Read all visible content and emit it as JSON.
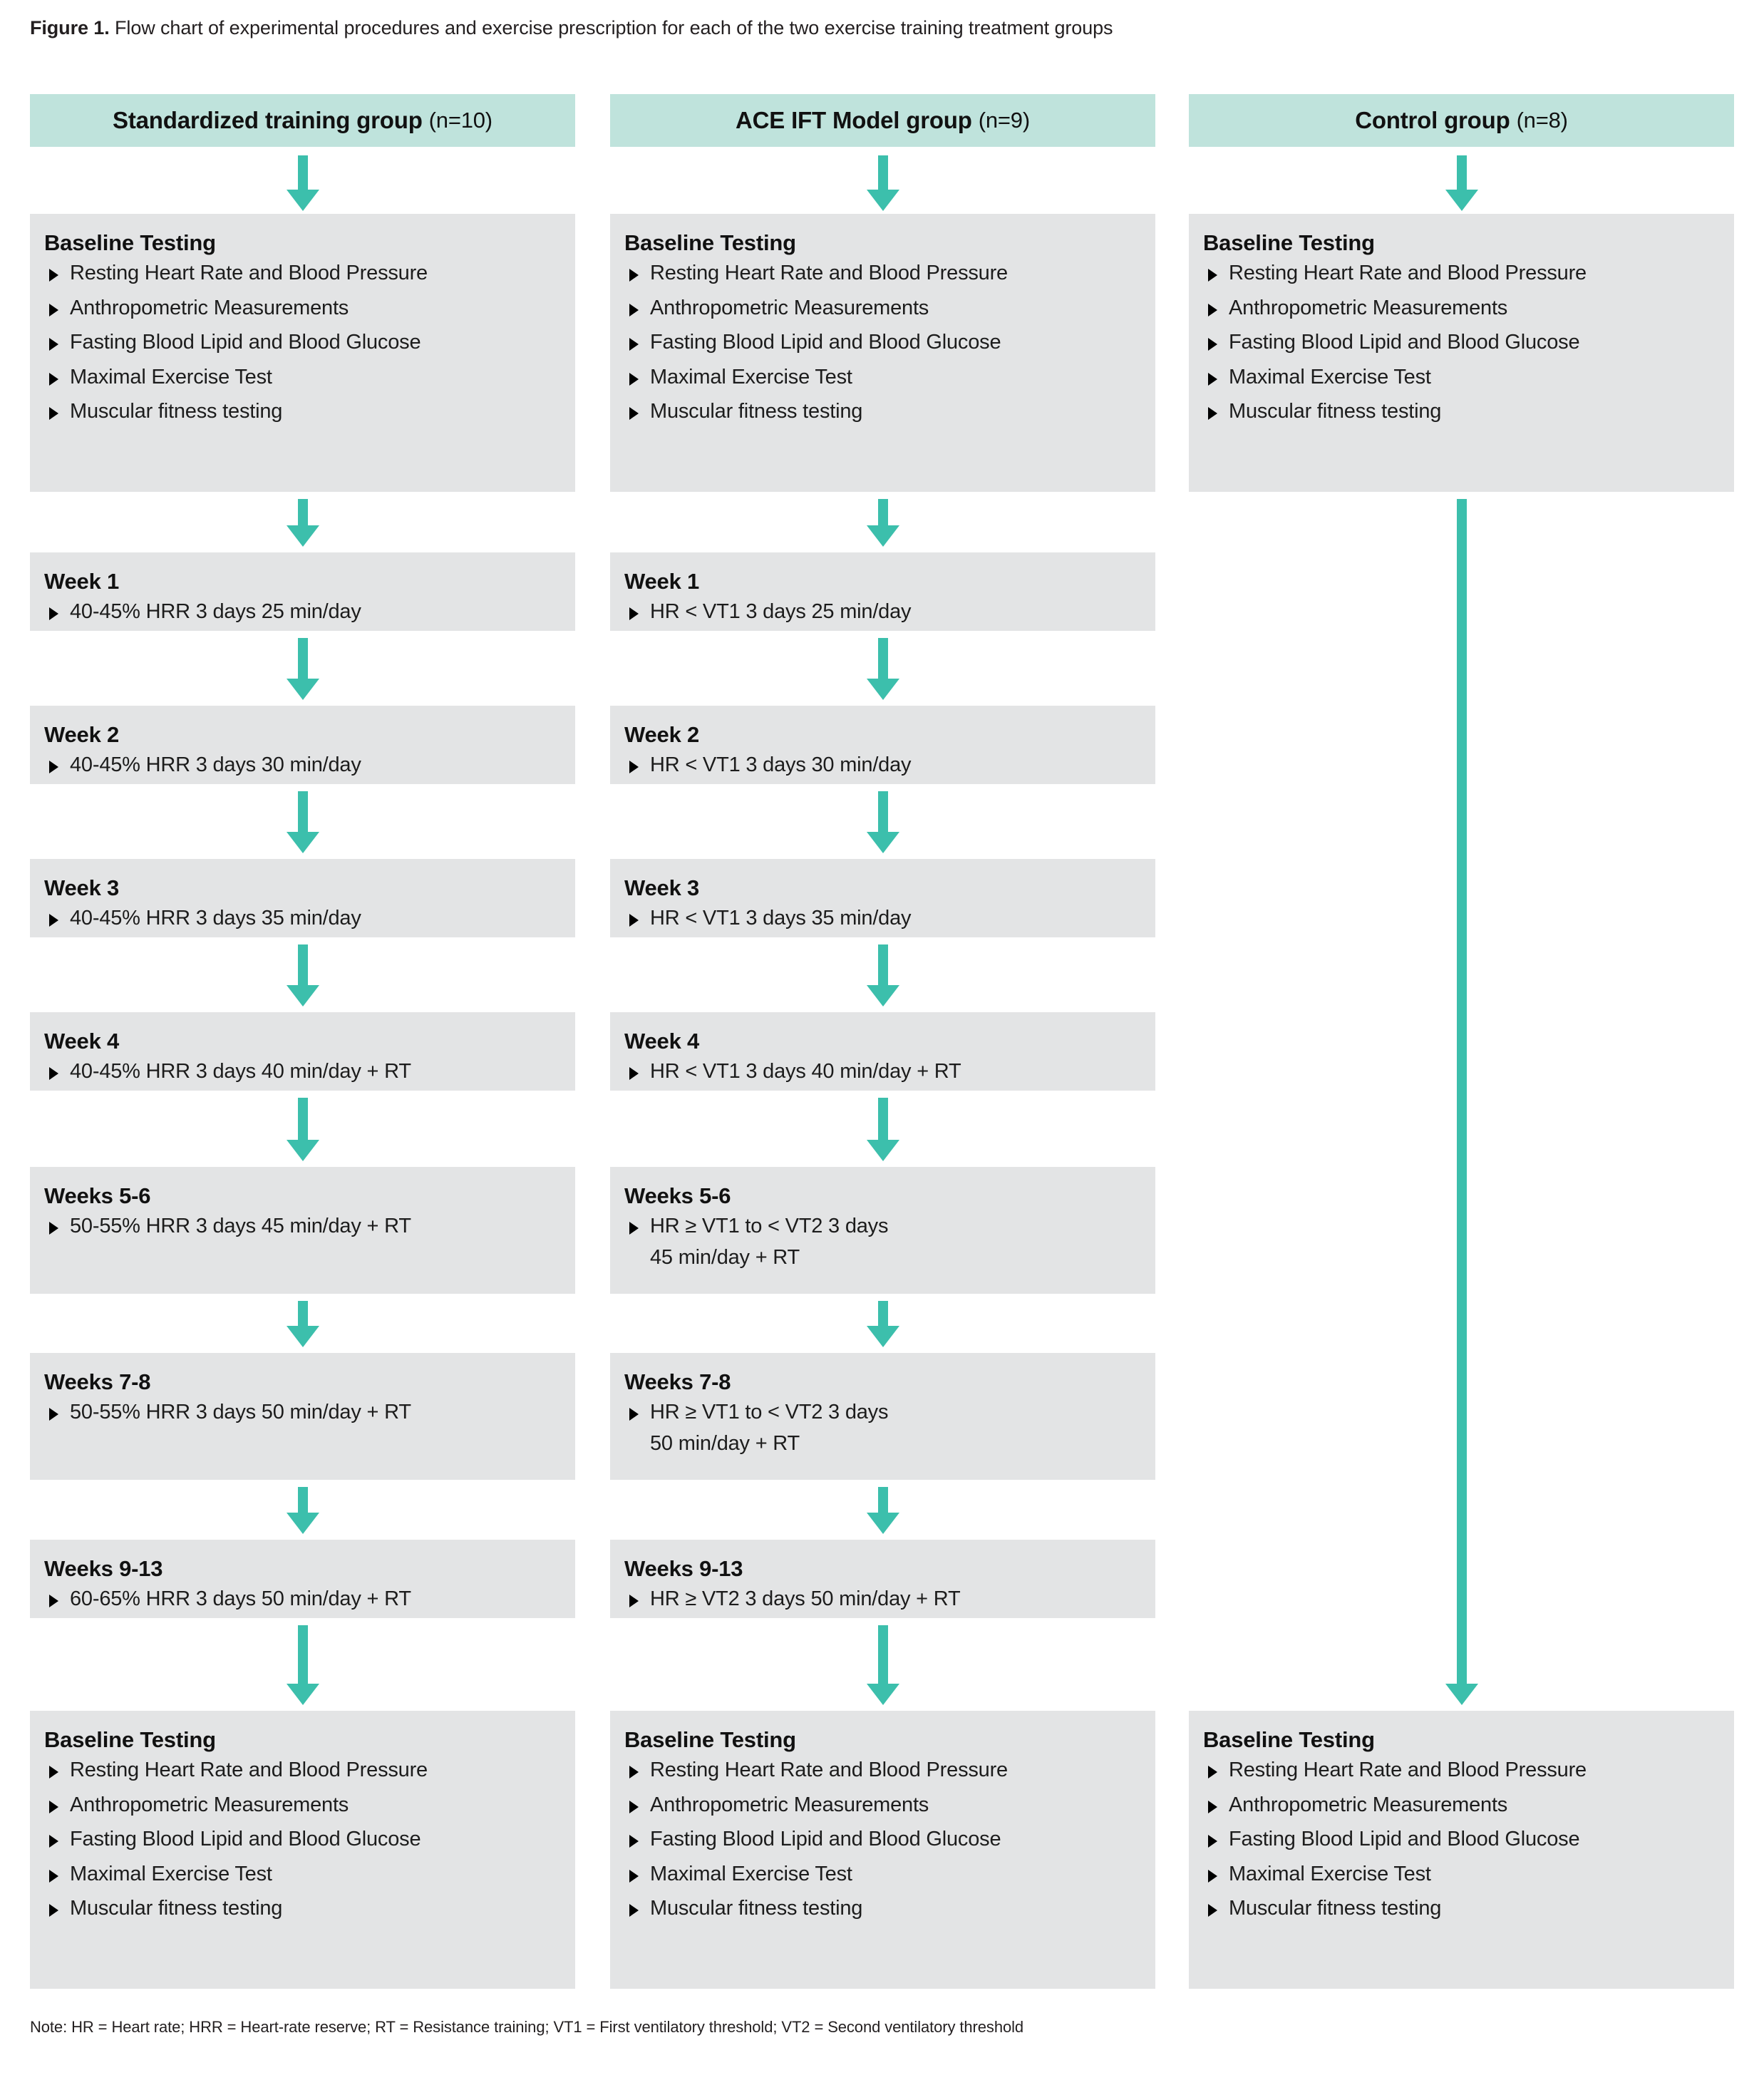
{
  "figure": {
    "label": "Figure 1.",
    "caption": " Flow chart of experimental procedures and exercise prescription for each of the two exercise training treatment groups"
  },
  "colors": {
    "header_band": "#bfe3dc",
    "box_fill": "#e3e4e5",
    "arrow": "#3cbfac",
    "text": "#1a1a1a"
  },
  "note": "Note: HR = Heart rate; HRR = Heart-rate reserve; RT = Resistance training; VT1 = First ventilatory threshold; VT2 = Second ventilatory threshold",
  "columns": [
    {
      "header": {
        "title": "Standardized training group",
        "n": "(n=10)"
      },
      "boxes": [
        {
          "title": "Baseline Testing",
          "items": [
            "Resting Heart Rate and Blood Pressure",
            "Anthropometric Measurements",
            "Fasting Blood Lipid and Blood Glucose",
            "Maximal Exercise Test",
            "Muscular fitness testing"
          ]
        },
        {
          "title": "Week 1",
          "items": [
            "40-45% HRR   3 days   25 min/day"
          ]
        },
        {
          "title": "Week 2",
          "items": [
            "40-45% HRR   3 days   30 min/day"
          ]
        },
        {
          "title": "Week 3",
          "items": [
            "40-45% HRR   3 days   35 min/day"
          ]
        },
        {
          "title": "Week 4",
          "items": [
            "40-45% HRR   3 days   40 min/day + RT"
          ]
        },
        {
          "title": "Weeks 5-6",
          "items": [
            "50-55% HRR   3 days   45 min/day + RT"
          ]
        },
        {
          "title": "Weeks 7-8",
          "items": [
            "50-55% HRR   3 days   50 min/day + RT"
          ]
        },
        {
          "title": "Weeks 9-13",
          "items": [
            "60-65% HRR   3 days   50 min/day + RT"
          ]
        },
        {
          "title": "Baseline Testing",
          "items": [
            "Resting Heart Rate and Blood Pressure",
            "Anthropometric Measurements",
            "Fasting Blood Lipid and Blood Glucose",
            "Maximal Exercise Test",
            "Muscular fitness testing"
          ]
        }
      ]
    },
    {
      "header": {
        "title": "ACE IFT Model group",
        "n": "(n=9)"
      },
      "boxes": [
        {
          "title": "Baseline Testing",
          "items": [
            "Resting Heart Rate and Blood Pressure",
            "Anthropometric Measurements",
            "Fasting Blood Lipid and Blood Glucose",
            "Maximal Exercise Test",
            "Muscular fitness testing"
          ]
        },
        {
          "title": "Week 1",
          "items": [
            "HR < VT1   3 days   25 min/day"
          ]
        },
        {
          "title": "Week 2",
          "items": [
            "HR < VT1   3 days   30 min/day"
          ]
        },
        {
          "title": "Week 3",
          "items": [
            "HR < VT1   3 days   35 min/day"
          ]
        },
        {
          "title": "Week 4",
          "items": [
            "HR < VT1   3 days   40 min/day + RT"
          ]
        },
        {
          "title": "Weeks 5-6",
          "items": [
            "HR ≥ VT1 to < VT2   3 days"
          ],
          "continuation": "45 min/day + RT"
        },
        {
          "title": "Weeks 7-8",
          "items": [
            "HR ≥ VT1 to < VT2   3 days"
          ],
          "continuation": "50 min/day + RT"
        },
        {
          "title": "Weeks 9-13",
          "items": [
            "HR ≥ VT2   3 days   50 min/day + RT"
          ]
        },
        {
          "title": "Baseline Testing",
          "items": [
            "Resting Heart Rate and Blood Pressure",
            "Anthropometric Measurements",
            "Fasting Blood Lipid and Blood Glucose",
            "Maximal Exercise Test",
            "Muscular fitness testing"
          ]
        }
      ]
    },
    {
      "header": {
        "title": "Control group",
        "n": "(n=8)"
      },
      "boxes": [
        {
          "title": "Baseline Testing",
          "items": [
            "Resting Heart Rate and Blood Pressure",
            "Anthropometric Measurements",
            "Fasting Blood Lipid and Blood Glucose",
            "Maximal Exercise Test",
            "Muscular fitness testing"
          ]
        },
        {
          "title": "Baseline Testing",
          "items": [
            "Resting Heart Rate and Blood Pressure",
            "Anthropometric Measurements",
            "Fasting Blood Lipid and Blood Glucose",
            "Maximal Exercise Test",
            "Muscular fitness testing"
          ]
        }
      ]
    }
  ]
}
